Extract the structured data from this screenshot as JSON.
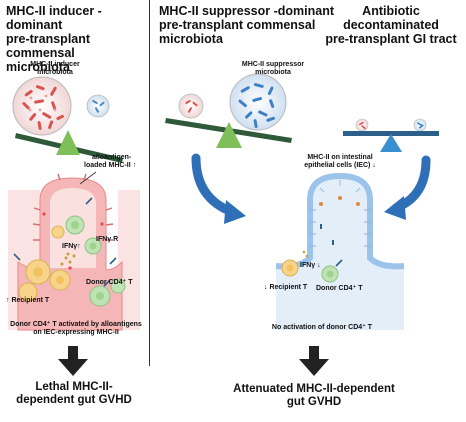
{
  "headers": {
    "left": [
      "MHC-II inducer -dominant",
      "pre-transplant commensal",
      "microbiota"
    ],
    "middle": [
      "MHC-II suppressor -dominant",
      "pre-transplant commensal",
      "microbiota"
    ],
    "right": [
      "Antibiotic decontaminated",
      "pre-transplant GI tract"
    ]
  },
  "left_panel": {
    "inducer_label": [
      "MHC-II inducer",
      "microbiota"
    ],
    "alloantigen_label": [
      "alloantigen-",
      "loaded MHC-II ↑"
    ],
    "ifng_label": "IFNγ↑",
    "ifngr_label": "IFNγ R",
    "recipient_label": "↑ Recipient T",
    "donor_label": "Donor CD4⁺ T",
    "caption": [
      "Donor CD4⁺ T activated by alloantigens",
      "on IEC-expressing MHC-II"
    ],
    "outcome": [
      "Lethal MHC-II-",
      "dependent gut GVHD"
    ]
  },
  "right_panel": {
    "suppressor_label": [
      "MHC-II suppressor",
      "microbiota"
    ],
    "iec_label": [
      "MHC-II on intestinal",
      "epithelial cells (IEC) ↓"
    ],
    "ifng_label": "IFNγ ↓",
    "recipient_label": "↓ Recipient T",
    "donor_label": "Donor CD4⁺ T",
    "caption": "No activation of donor CD4⁺ T",
    "outcome": [
      "Attenuated MHC-II-dependent",
      "gut GVHD"
    ]
  },
  "colors": {
    "seesaw_bar": "#2f5a3a",
    "fulcrum_green": "#7fbf5a",
    "fulcrum_blue": "#3a8fd0",
    "bar_blue": "#2c5f8a",
    "villus_pink": "#f4b6b6",
    "villus_blue": "#cfe3f6",
    "arrow_blue": "#2f6fb8",
    "arrow_black": "#222222"
  }
}
